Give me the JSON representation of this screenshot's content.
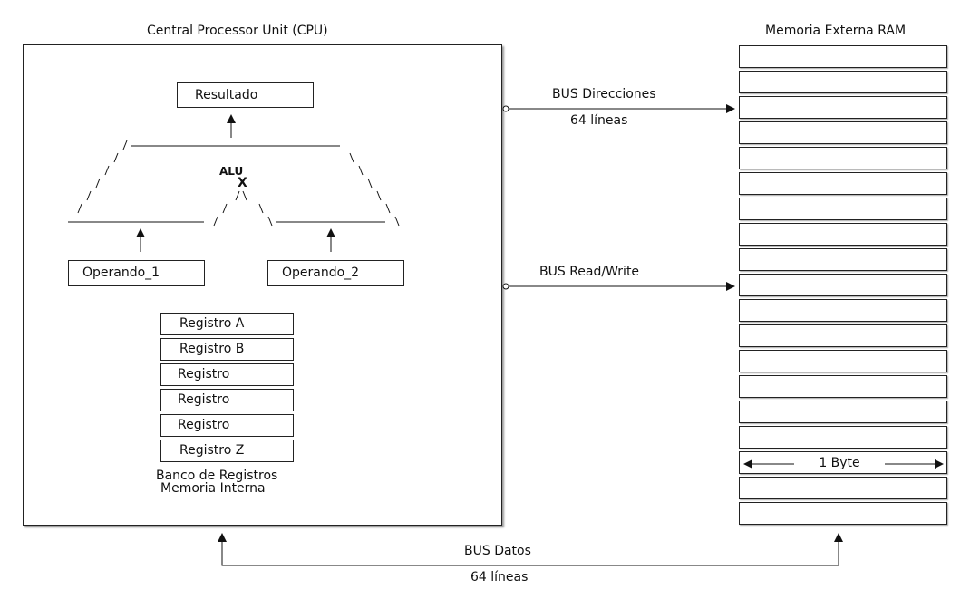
{
  "cpu": {
    "title": "Central Processor Unit (CPU)",
    "resultado": "Resultado",
    "alu_label": "ALU",
    "alu_symbol": "X",
    "operando1": "Operando_1",
    "operando2": "Operando_2",
    "registers": [
      "Registro A",
      "Registro B",
      "Registro",
      "Registro",
      "Registro",
      "Registro Z"
    ],
    "bank_label_1": "Banco de Registros",
    "bank_label_2": "Memoria Interna"
  },
  "memory": {
    "title": "Memoria Externa RAM",
    "cell_count": 19,
    "byte_label": "1 Byte"
  },
  "buses": {
    "address_label": "BUS Direcciones",
    "address_lines": "64 líneas",
    "rw_label": "BUS Read/Write",
    "data_label": "BUS Datos",
    "data_lines": "64 líneas"
  }
}
